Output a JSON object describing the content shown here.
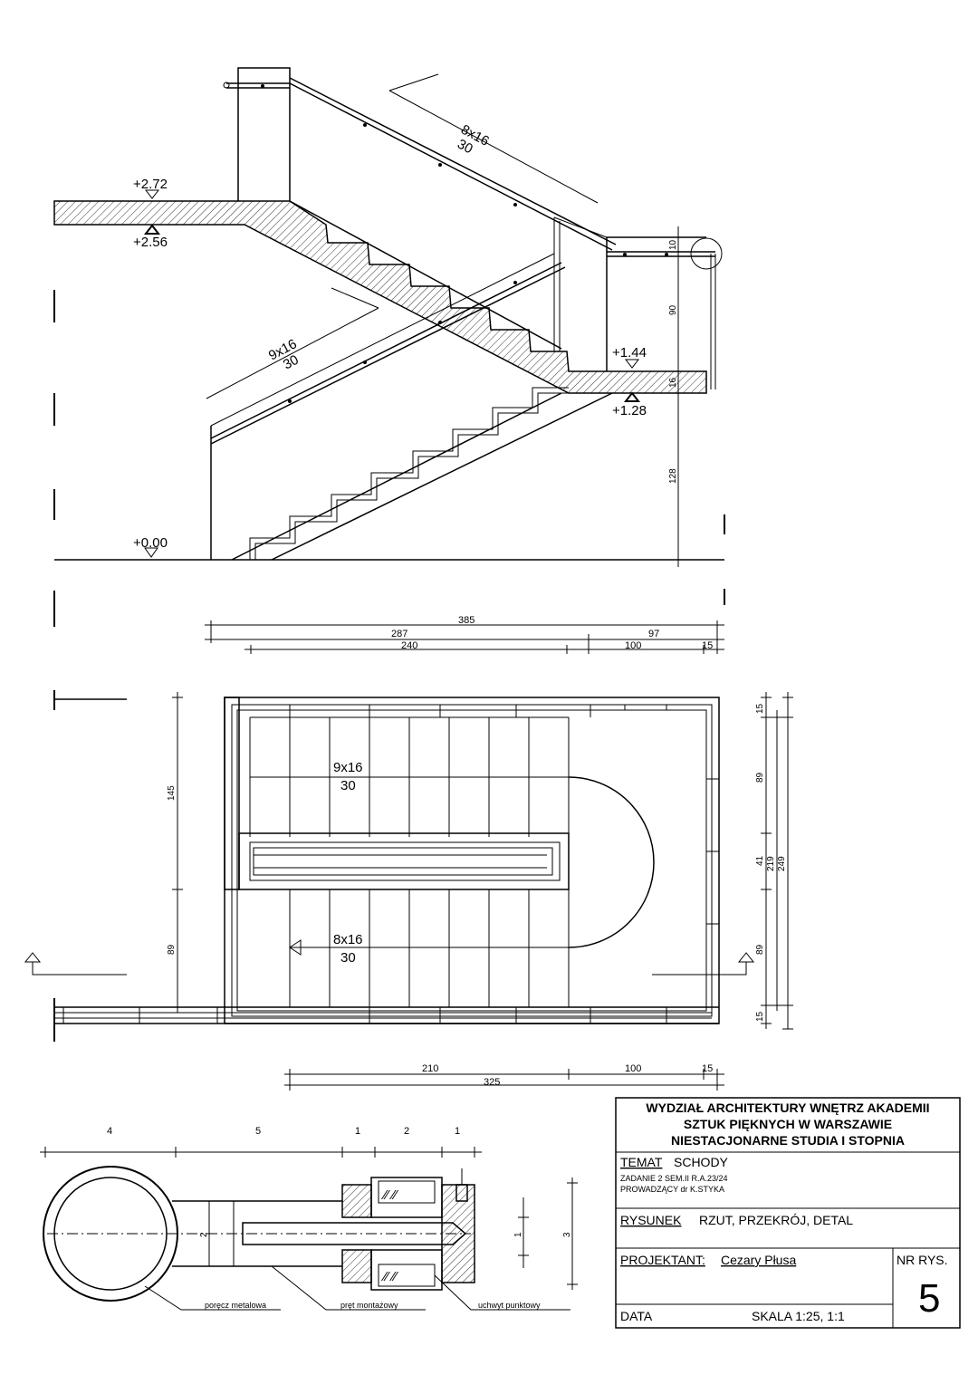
{
  "section": {
    "levels": {
      "l272": "+2.72",
      "l256": "+2.56",
      "l144": "+1.44",
      "l128": "+1.28",
      "l000": "+0.00"
    },
    "flight_upper": {
      "risers": "8x16",
      "tread": "30"
    },
    "flight_lower": {
      "risers": "9x16",
      "tread": "30"
    },
    "vdims": {
      "d10": "10",
      "d90": "90",
      "d16": "16",
      "d128": "128"
    },
    "hdims": {
      "d385": "385",
      "d287": "287",
      "d97": "97",
      "d240": "240",
      "d100": "100",
      "d15": "15"
    }
  },
  "plan": {
    "flight_upper": {
      "risers": "9x16",
      "tread": "30"
    },
    "flight_lower": {
      "risers": "8x16",
      "tread": "30"
    },
    "left_dims": {
      "d145": "145",
      "d89": "89"
    },
    "right_dims": {
      "d15a": "15",
      "d89a": "89",
      "d41": "41",
      "d219": "219",
      "d249": "249",
      "d89b": "89",
      "d15b": "15"
    },
    "bottom_dims": {
      "d210": "210",
      "d100": "100",
      "d15": "15",
      "d325": "325"
    }
  },
  "detail": {
    "top_dims": {
      "d4": "4",
      "d5": "5",
      "d1a": "1",
      "d2": "2",
      "d1b": "1"
    },
    "inner_dims": {
      "d2": "2",
      "d1": "1",
      "d3": "3"
    },
    "labels": {
      "rail": "poręcz metalowa",
      "rod": "pręt montażowy",
      "holder": "uchwyt punktowy"
    }
  },
  "title_block": {
    "school_line1": "WYDZIAŁ ARCHITEKTURY WNĘTRZ AKADEMII",
    "school_line2": "SZTUK PIĘKNYCH W WARSZAWIE",
    "school_line3": "NIESTACJONARNE STUDIA I STOPNIA",
    "temat_label": "TEMAT",
    "temat_value": "SCHODY",
    "zadanie": "ZADANIE 2 SEM.II  R.A.23/24",
    "prowadzacy": "PROWADZĄCY  dr K.STYKA",
    "rysunek_label": "RYSUNEK",
    "rysunek_value": "RZUT, PRZEKRÓJ, DETAL",
    "projektant_label": "PROJEKTANT:",
    "projektant_value": "Cezary Płusa",
    "nr_label": "NR RYS.",
    "nr_value": "5",
    "data_label": "DATA",
    "skala": "SKALA 1:25, 1:1"
  }
}
